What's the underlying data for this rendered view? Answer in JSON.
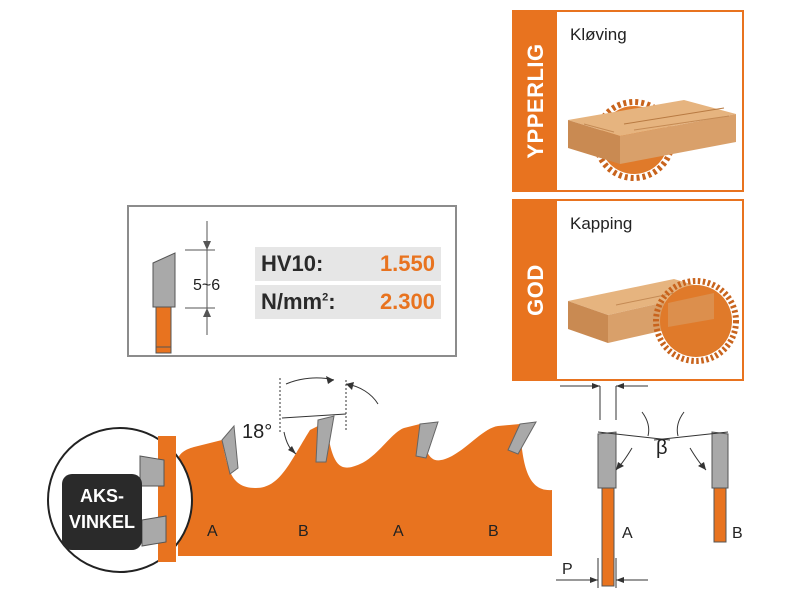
{
  "colors": {
    "accent": "#e8731f",
    "carbide": "#a9a9a9",
    "border_grey": "#8c8c8c",
    "wood": "#d9a06a"
  },
  "applications": [
    {
      "band": "YPPERLIG",
      "title": "Kløving"
    },
    {
      "band": "GOD",
      "title": "Kapping"
    }
  ],
  "hardness": {
    "tooth_height_label": "5~6",
    "rows": [
      {
        "label": "HV10:",
        "value": "1.550"
      },
      {
        "label": "N/mm",
        "superscript": "2",
        "label_end": ":",
        "value": "2.300"
      }
    ]
  },
  "tooth_profile": {
    "angle_label": "18°",
    "tooth_letters": [
      "A",
      "B",
      "A",
      "B"
    ],
    "badge": [
      "AKS-",
      "VINKEL"
    ]
  },
  "side_view": {
    "bevel_label": "β",
    "tooth_a": "A",
    "tooth_b": "B",
    "projection_label": "P"
  }
}
